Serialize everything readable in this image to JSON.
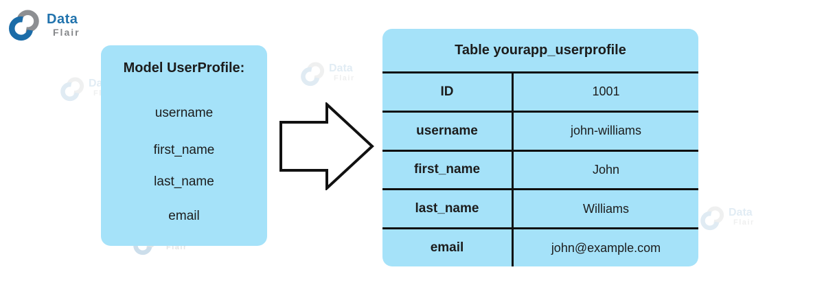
{
  "logo": {
    "title": "Data",
    "subtitle": "Flair"
  },
  "watermark": {
    "title": "Data",
    "subtitle": "Flair"
  },
  "model_box": {
    "title": "Model UserProfile:",
    "fields": [
      "username",
      "first_name",
      "last_name",
      "email"
    ]
  },
  "table": {
    "title": "Table yourapp_userprofile",
    "rows": [
      {
        "field": "ID",
        "value": "1001"
      },
      {
        "field": "username",
        "value": "john-williams"
      },
      {
        "field": "first_name",
        "value": "John"
      },
      {
        "field": "last_name",
        "value": "Williams"
      },
      {
        "field": "email",
        "value": "john@example.com"
      }
    ]
  },
  "icons": {
    "logo": "dataflair-logo",
    "arrow": "right-arrow"
  },
  "colors": {
    "panel_fill": "#a5e2f9",
    "table_line": "#0f0f0f",
    "text": "#1c1c1c",
    "logo_blue": "#2173ad",
    "logo_gray": "#85878a",
    "arrow_fill": "#ffffff",
    "arrow_stroke": "#111111"
  }
}
